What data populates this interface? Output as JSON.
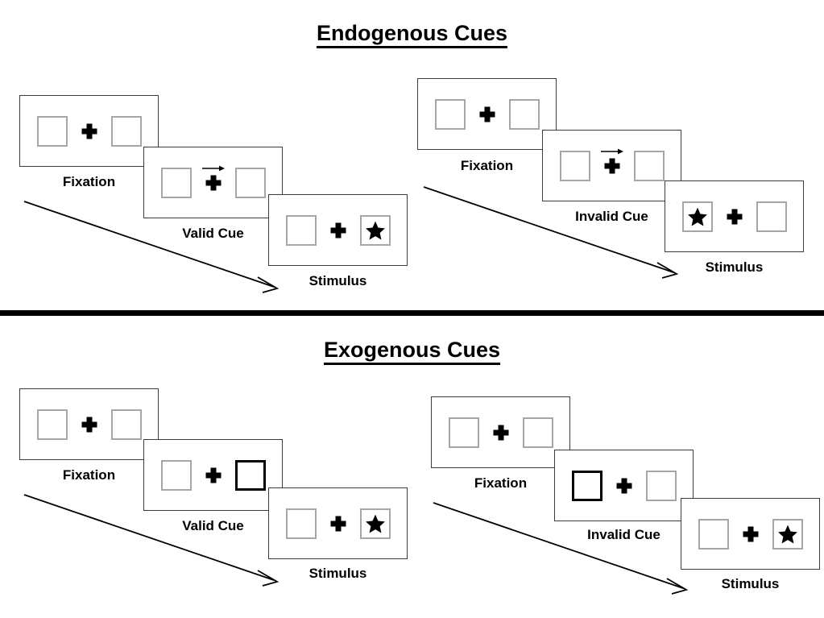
{
  "figure": {
    "title_top": "Endogenous Cues",
    "title_bottom": "Exogenous Cues",
    "divider_color": "#000000",
    "panel_border_color": "#3b3b3b",
    "box_border_color": "#a6a6a6",
    "cued_box_border_color": "#000000",
    "stimulus_color": "#000000"
  },
  "labels": {
    "fixation": "Fixation",
    "valid_cue": "Valid Cue",
    "invalid_cue": "Invalid Cue",
    "stimulus": "Stimulus"
  },
  "sections": [
    {
      "id": "endogenous",
      "title": "Endogenous Cues",
      "cue_type": "arrow",
      "sequences": [
        {
          "id": "endogenous-valid",
          "validity": "valid",
          "panels": [
            {
              "id": "fixation",
              "caption": "Fixation",
              "left_box": "empty",
              "right_box": "empty",
              "cue": "none",
              "stimulus_side": "none"
            },
            {
              "id": "cue",
              "caption": "Valid Cue",
              "left_box": "empty",
              "right_box": "empty",
              "cue": "arrow-right",
              "stimulus_side": "none"
            },
            {
              "id": "stimulus",
              "caption": "Stimulus",
              "left_box": "empty",
              "right_box": "star",
              "cue": "none",
              "stimulus_side": "right"
            }
          ]
        },
        {
          "id": "endogenous-invalid",
          "validity": "invalid",
          "panels": [
            {
              "id": "fixation",
              "caption": "Fixation",
              "left_box": "empty",
              "right_box": "empty",
              "cue": "none",
              "stimulus_side": "none"
            },
            {
              "id": "cue",
              "caption": "Invalid Cue",
              "left_box": "empty",
              "right_box": "empty",
              "cue": "arrow-right",
              "stimulus_side": "none"
            },
            {
              "id": "stimulus",
              "caption": "Stimulus",
              "left_box": "star",
              "right_box": "empty",
              "cue": "none",
              "stimulus_side": "left"
            }
          ]
        }
      ]
    },
    {
      "id": "exogenous",
      "title": "Exogenous Cues",
      "cue_type": "box-flash",
      "sequences": [
        {
          "id": "exogenous-valid",
          "validity": "valid",
          "panels": [
            {
              "id": "fixation",
              "caption": "Fixation",
              "left_box": "empty",
              "right_box": "empty",
              "cue": "none",
              "stimulus_side": "none"
            },
            {
              "id": "cue",
              "caption": "Valid Cue",
              "left_box": "empty",
              "right_box": "cued",
              "cue": "box-right",
              "stimulus_side": "none"
            },
            {
              "id": "stimulus",
              "caption": "Stimulus",
              "left_box": "empty",
              "right_box": "star",
              "cue": "none",
              "stimulus_side": "right"
            }
          ]
        },
        {
          "id": "exogenous-invalid",
          "validity": "invalid",
          "panels": [
            {
              "id": "fixation",
              "caption": "Fixation",
              "left_box": "empty",
              "right_box": "empty",
              "cue": "none",
              "stimulus_side": "none"
            },
            {
              "id": "cue",
              "caption": "Invalid Cue",
              "left_box": "cued",
              "right_box": "empty",
              "cue": "box-left",
              "stimulus_side": "none"
            },
            {
              "id": "stimulus",
              "caption": "Stimulus",
              "left_box": "empty",
              "right_box": "star",
              "cue": "none",
              "stimulus_side": "right"
            }
          ]
        }
      ]
    }
  ]
}
